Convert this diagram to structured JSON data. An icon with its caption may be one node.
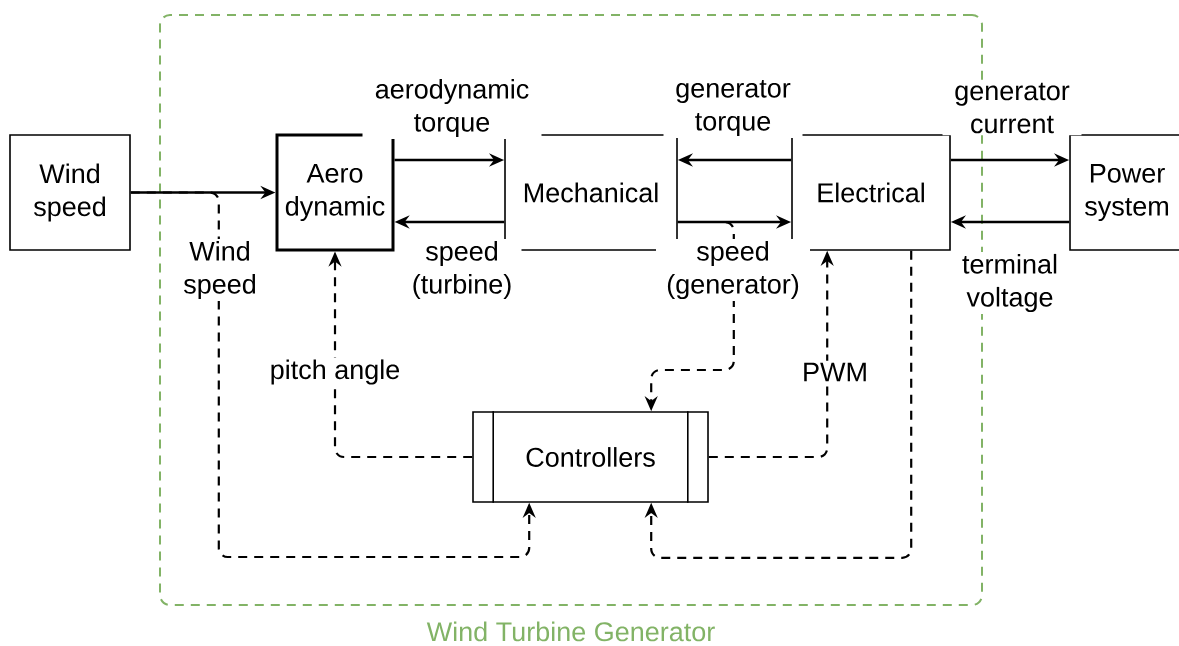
{
  "diagram": {
    "nodes": [
      {
        "text": [
          "Wind Turbine Generator"
        ]
      },
      {
        "text": [
          "Wind speed"
        ]
      },
      {
        "text": [
          "Aero dynamic"
        ],
        "in": 0
      },
      {
        "text": [
          "Mechanical"
        ],
        "in": 0
      },
      {
        "text": [
          "Electrical"
        ],
        "in": 0
      },
      {
        "text": [
          "Power system"
        ]
      },
      {
        "text": [
          "Controllers"
        ],
        "in": 0
      }
    ],
    "edges": [
      {
        "from": 1,
        "to": 2,
        "arrow": "to"
      },
      {
        "from": 1,
        "to": 6,
        "arrow": "to",
        "label": "Wind speed",
        "style": "dashed"
      },
      {
        "from": 2,
        "to": 3,
        "arrow": "to",
        "label": "aerodynamic torque"
      },
      {
        "from": 3,
        "to": 2,
        "arrow": "to",
        "label": "speed (turbine)"
      },
      {
        "from": 4,
        "to": 3,
        "arrow": "to",
        "label": "generator torque"
      },
      {
        "from": 3,
        "to": 4,
        "arrow": "to",
        "label": "speed (generator)"
      },
      {
        "from": 3,
        "to": 6,
        "arrow": "to",
        "style": "dashed"
      },
      {
        "from": 4,
        "to": 5,
        "arrow": "to",
        "label": "generator current"
      },
      {
        "from": 5,
        "to": 4,
        "arrow": "to",
        "label": "terminal voltage"
      },
      {
        "from": 6,
        "to": 2,
        "arrow": "to",
        "label": "pitch angle",
        "style": "dashed"
      },
      {
        "from": 6,
        "to": 4,
        "arrow": "to",
        "label": "PWM",
        "style": "dashed"
      },
      {
        "from": 4,
        "to": 6,
        "arrow": "to",
        "style": "dashed"
      }
    ]
  }
}
